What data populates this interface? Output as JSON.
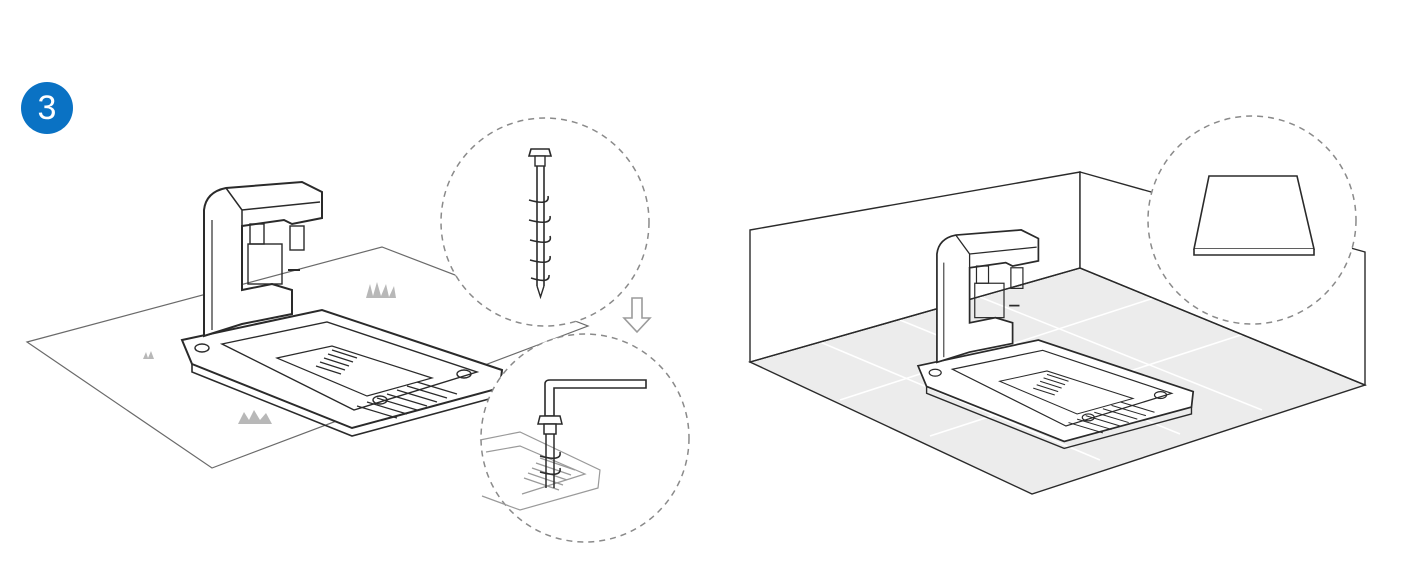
{
  "step": {
    "number": "3"
  },
  "colors": {
    "badge": "#0a72c4",
    "line": "#2a2a2a",
    "light_line": "#9a9a9a",
    "dashed": "#8a8a8a",
    "grass": "#b8b8b8",
    "floor": "#ececec",
    "arrow": "#9b9b9b"
  },
  "panels": [
    {
      "id": "lawn-installation",
      "icons": [
        "base-station-icon",
        "grass-icon",
        "ground-spike-icon",
        "hex-key-icon",
        "down-arrow-icon"
      ]
    },
    {
      "id": "indoor-installation",
      "icons": [
        "base-station-icon",
        "wall-icon",
        "floor-tiles-icon",
        "flat-surface-icon"
      ]
    }
  ]
}
